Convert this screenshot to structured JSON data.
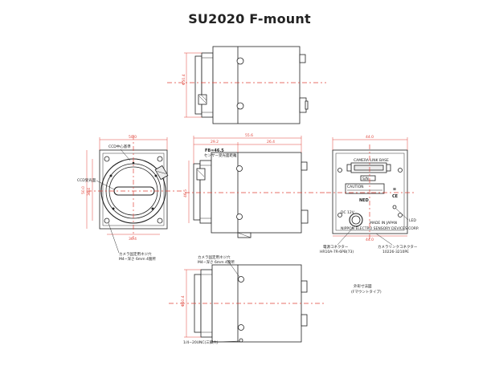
{
  "title": "SU2020 F-mount",
  "dims": {
    "top_height": "Φ50.4",
    "overall_length": "55.6",
    "flange_length": "29.2",
    "body_length": "26.4",
    "flange_back": "46.5",
    "back_width": "44.0",
    "front_width": "50.0",
    "front_bolt_pitch": "36.4",
    "front_bolt_vert": "36.4",
    "front_height": "50.0",
    "right_width_bottom": "44.0",
    "bottom_height": "Φ50.4"
  },
  "labels": {
    "ccd_center": "CCD中心基準",
    "ccd_ref": "CCD受光面",
    "fb_label": "FB=46.5",
    "sensor_ref": "センサー受光面距離",
    "mount_screw_1": "カメラ固定用ネジ穴",
    "mount_screw_1b": "M4−深さ 6mm 4箇所",
    "mount_screw_2": "カメラ固定用ネジ穴",
    "mount_screw_2b": "M4−深さ 6mm 4箇所",
    "tripod": "1/4−20UNC(三脚穴)",
    "power_connector": "電源コネクター",
    "power_connector_pn": "HR10A-7R-6PB(73)",
    "camlink_connector": "カメラリンクコネクター",
    "camlink_connector_pn": "10226-3210PE",
    "camera_link_base": "CAMERA LINK BASE",
    "dc12v": "DC 12V",
    "made_in_japan": "MADE IN JAPAN",
    "maker": "NIPPON ELECTRO SENSORY DEVICES CORP.",
    "led": "LED",
    "logo": "NED",
    "ce": "CE",
    "serial": "S/N",
    "caution": "CAUTION",
    "note": "外形寸法図",
    "note2": "(Fマウントタイプ)"
  }
}
